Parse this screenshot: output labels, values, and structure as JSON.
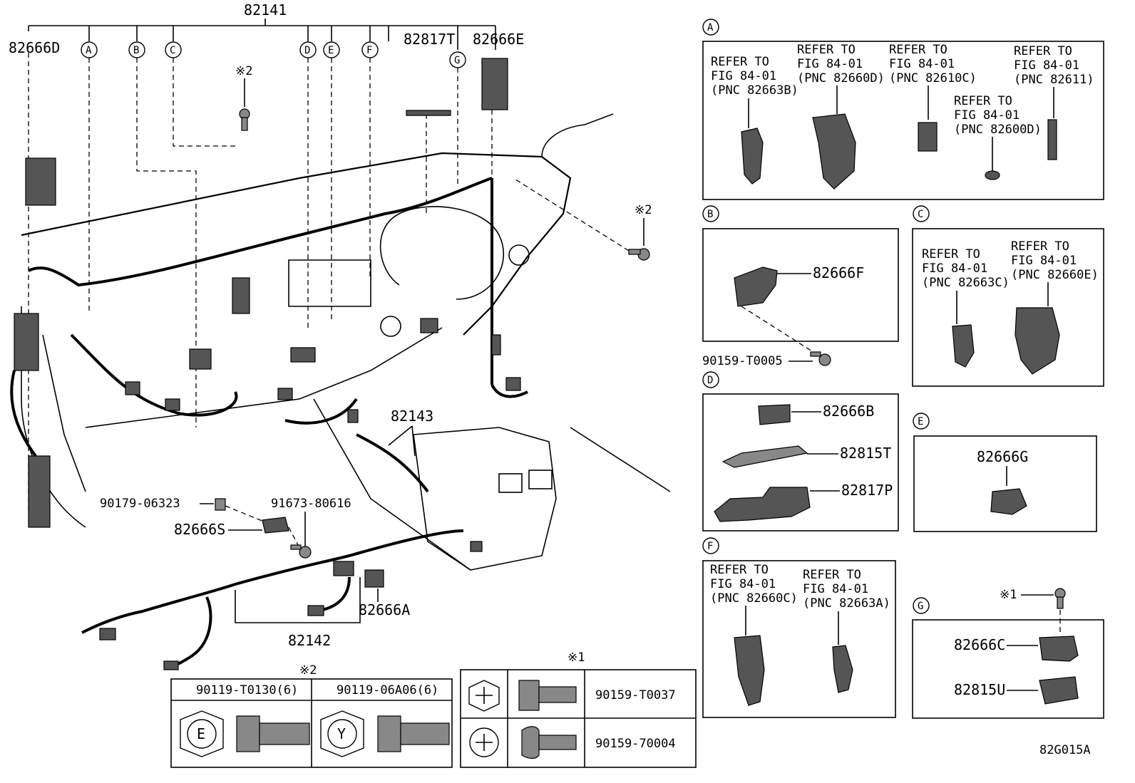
{
  "main_harness": {
    "p82141": "82141",
    "p82666D": "82666D",
    "p82817T": "82817T",
    "p82666E": "82666E",
    "p82143": "82143",
    "p90179": "90179-06323",
    "p91673": "91673-80616",
    "p82666S": "82666S",
    "p82666A": "82666A",
    "p82142": "82142",
    "note2_top": "※2",
    "note2_right": "※2",
    "view_letters": [
      "A",
      "B",
      "C",
      "D",
      "E",
      "F",
      "G"
    ]
  },
  "detail_A": {
    "letter": "A",
    "refs": [
      [
        "REFER TO",
        "FIG 84-01",
        "(PNC 82663B)"
      ],
      [
        "REFER TO",
        "FIG 84-01",
        "(PNC 82660D)"
      ],
      [
        "REFER TO",
        "FIG 84-01",
        "(PNC 82610C)"
      ],
      [
        "REFER TO",
        "FIG 84-01",
        "(PNC 82611)"
      ],
      [
        "REFER TO",
        "FIG 84-01",
        "(PNC 82600D)"
      ]
    ]
  },
  "detail_B": {
    "letter": "B",
    "part": "82666F",
    "bolt": "90159-T0005"
  },
  "detail_C": {
    "letter": "C",
    "refs": [
      [
        "REFER TO",
        "FIG 84-01",
        "(PNC 82663C)"
      ],
      [
        "REFER TO",
        "FIG 84-01",
        "(PNC 82660E)"
      ]
    ]
  },
  "detail_D": {
    "letter": "D",
    "parts": [
      "82666B",
      "82815T",
      "82817P"
    ]
  },
  "detail_E": {
    "letter": "E",
    "part": "82666G"
  },
  "detail_F": {
    "letter": "F",
    "refs": [
      [
        "REFER TO",
        "FIG 84-01",
        "(PNC 82660C)"
      ],
      [
        "REFER TO",
        "FIG 84-01",
        "(PNC 82663A)"
      ]
    ]
  },
  "detail_G": {
    "letter": "G",
    "note": "※1",
    "parts": [
      "82666C",
      "82815U"
    ]
  },
  "table_note2": {
    "note": "※2",
    "headers": [
      "90119-T0130(6)",
      "90119-06A06(6)"
    ],
    "marks": [
      "E",
      "Y"
    ]
  },
  "table_note1": {
    "note": "※1",
    "rows": [
      "90159-T0037",
      "90159-70004"
    ]
  },
  "figure_code": "82G015A"
}
